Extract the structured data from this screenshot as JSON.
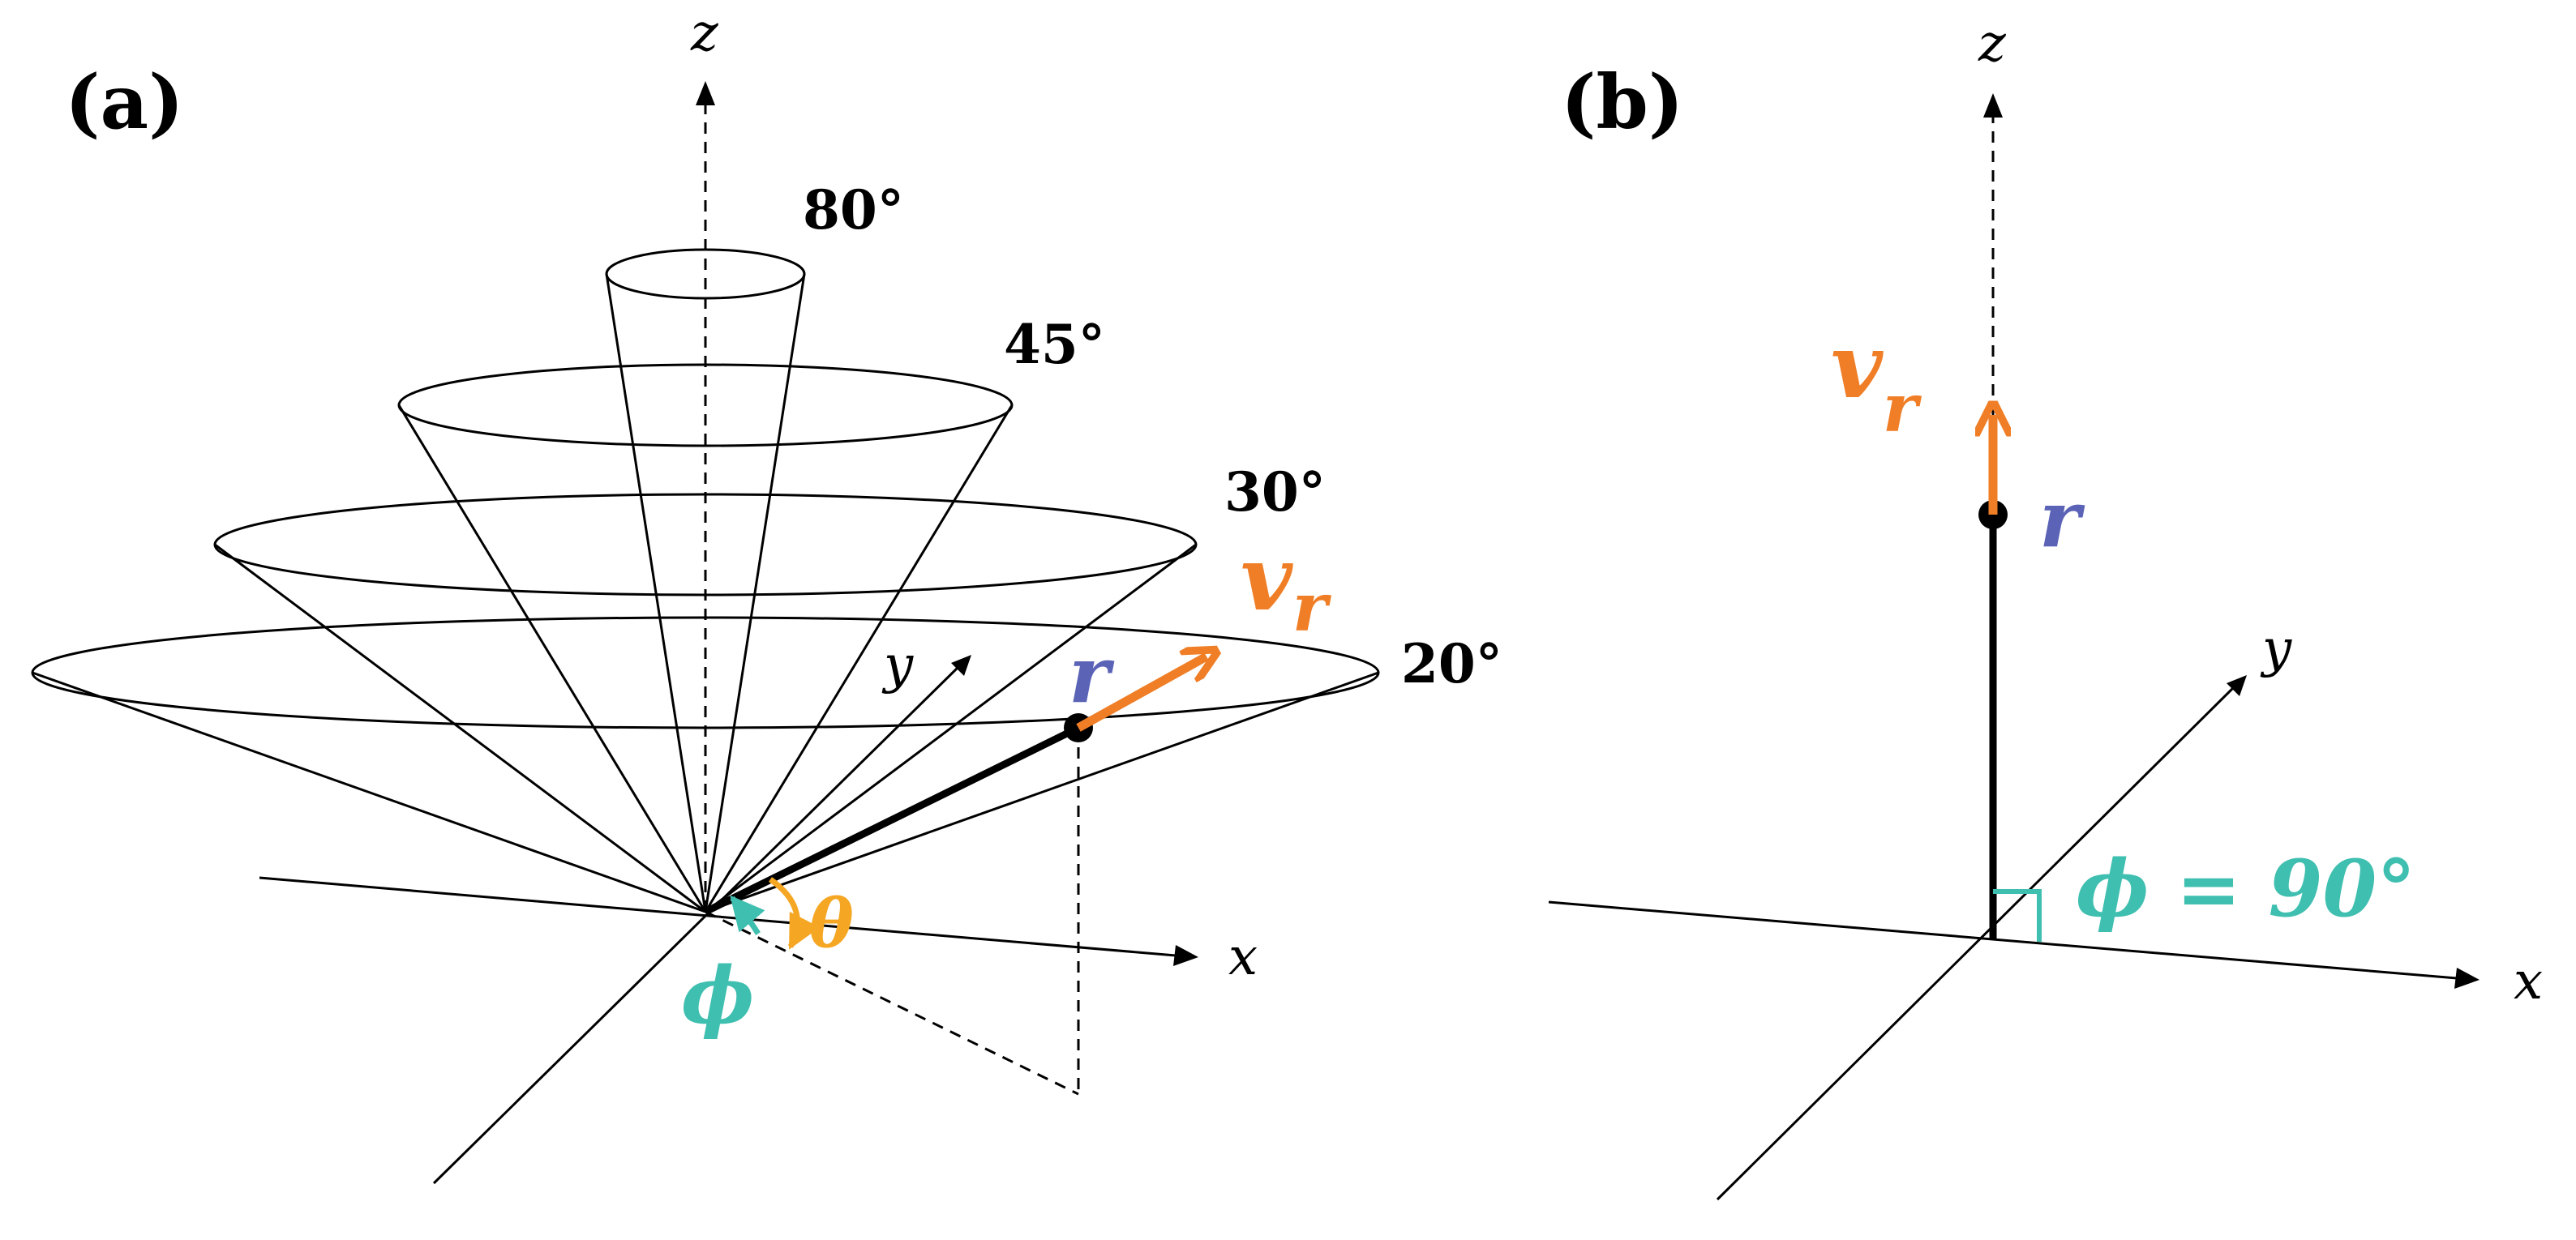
{
  "panel_a": {
    "label": "(a)",
    "axes": {
      "z": "z",
      "x": "x",
      "y": "y"
    },
    "cone_angles": [
      "80°",
      "45°",
      "30°",
      "20°"
    ],
    "vector_label": "v",
    "vector_subscript": "r",
    "point_label": "r",
    "theta_label": "θ",
    "phi_label": "ϕ"
  },
  "panel_b": {
    "label": "(b)",
    "axes": {
      "z": "z",
      "x": "x",
      "y": "y"
    },
    "vector_label": "v",
    "vector_subscript": "r",
    "point_label": "r",
    "phi_label": "ϕ = 90°"
  },
  "colors": {
    "vector": "#f07e26",
    "point_label": "#5b63b7",
    "phi": "#3fbfb0",
    "theta": "#f5a623"
  }
}
